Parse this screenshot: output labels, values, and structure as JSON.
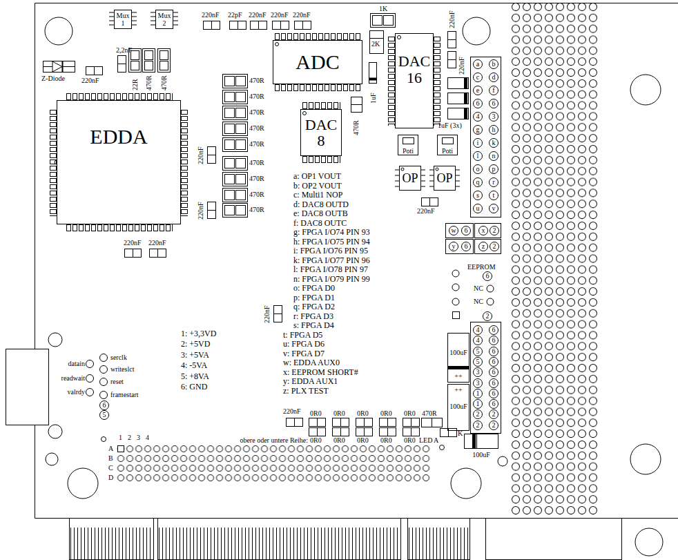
{
  "diagram": {
    "nodes": [
      {
        "text": [
          "Mux 1"
        ]
      },
      {
        "text": [
          "Mux 2"
        ]
      },
      {
        "text": [
          "ADC"
        ]
      },
      {
        "text": [
          "DAC 16"
        ]
      },
      {
        "text": [
          "EDDA"
        ]
      },
      {
        "text": [
          "DAC 8"
        ]
      },
      {
        "text": [
          "Poti"
        ]
      },
      {
        "text": [
          "Poti"
        ]
      },
      {
        "text": [
          "OP"
        ]
      },
      {
        "text": [
          "OP"
        ]
      },
      {
        "text": [
          "100uF",
          "++"
        ]
      },
      {
        "text": [
          "++",
          "100uF"
        ]
      },
      {
        "text": [
          "100uF"
        ]
      }
    ],
    "labels": [
      "220nF",
      "22pF",
      "220nF",
      "220nF",
      "220nF",
      "1K",
      "2K",
      "220nF",
      "2,2nF",
      "22R",
      "470R",
      "470R",
      "Z-Diode",
      "220nF",
      "1uF",
      "220nF",
      "1uF (3x)",
      "470R",
      "470R",
      "470R",
      "470R",
      "470R",
      "470R",
      "470R",
      "470R",
      "470R",
      "470R",
      "220nF",
      "220nF",
      "220nF",
      "220nF",
      "220nF",
      "a: OP1 VOUT",
      "b: OP2 VOUT",
      "c: Multi1 NOP",
      "d: DAC8 OUTD",
      "e: DAC8 OUTB",
      "f: DAC8 OUTC",
      "g: FPGA I/O74 PIN 93",
      "h: FPGA I/O75 PIN 94",
      "i: FPGA I/O76 PIN 95",
      "k: FPGA I/O77 PIN 96",
      "l: FPGA I/O78 PIN 97",
      "n: FPGA I/O79 PIN 99",
      "o: FPGA D0",
      "p: FPGA D1",
      "q: FPGA D2",
      "r: FPGA D3",
      "s: FPGA D4",
      "t: FPGA D5",
      "u: FPGA D6",
      "v: FPGA D7",
      "w: EDDA AUX0",
      "x: EEPROM SHORT#",
      "y: EDDA AUX1",
      "z: PLX TEST",
      "1: +3,3VD",
      "2: +5VD",
      "3: +5VA",
      "4: -5VA",
      "5: +8VA",
      "6: GND",
      "a",
      "b",
      "c",
      "d",
      "e",
      "f",
      "6",
      "6",
      "4",
      "3",
      "g",
      "h",
      "i",
      "k",
      "l",
      "n",
      "o",
      "p",
      "q",
      "r",
      "s",
      "t",
      "u",
      "v",
      "220nF",
      "w",
      "6",
      "x",
      "2",
      "y",
      "6",
      "z",
      "2",
      "EEPROM",
      "6",
      "NC",
      "NC",
      "2",
      "4",
      "6",
      "4",
      "6",
      "5",
      "6",
      "5",
      "6",
      "3",
      "6",
      "3",
      "6",
      "1",
      "6",
      "1",
      "6",
      "2",
      "2",
      "2",
      "2",
      "serclk",
      "datain",
      "writeslct",
      "readwait",
      "reset",
      "valrdy",
      "framestart",
      "6",
      "5",
      "1",
      "2",
      "3",
      "4",
      "A",
      "B",
      "C",
      "D",
      "220nF",
      "0R0",
      "0R0",
      "0R0",
      "0R0",
      "0R0",
      "470R",
      "obere oder untere Reihe:",
      "0R0",
      "0R0",
      "0R0",
      "0R0",
      "0R0",
      "LED",
      "A",
      "K"
    ]
  }
}
